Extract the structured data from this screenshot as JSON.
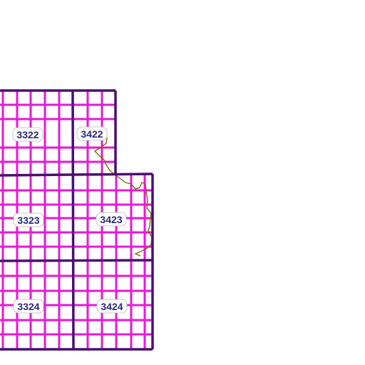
{
  "map": {
    "background_color": "#ffffff",
    "grid_line_color": "#e619d6",
    "tile_border_color": "#4b0f6e",
    "boundary_color": "#7a6a10",
    "label_text_color": "#2a2a7a",
    "tiles": [
      {
        "id": "3322",
        "label": "3322"
      },
      {
        "id": "3422",
        "label": "3422"
      },
      {
        "id": "3323",
        "label": "3323"
      },
      {
        "id": "3423",
        "label": "3423"
      },
      {
        "id": "3324",
        "label": "3324"
      },
      {
        "id": "3424",
        "label": "3424"
      }
    ]
  }
}
